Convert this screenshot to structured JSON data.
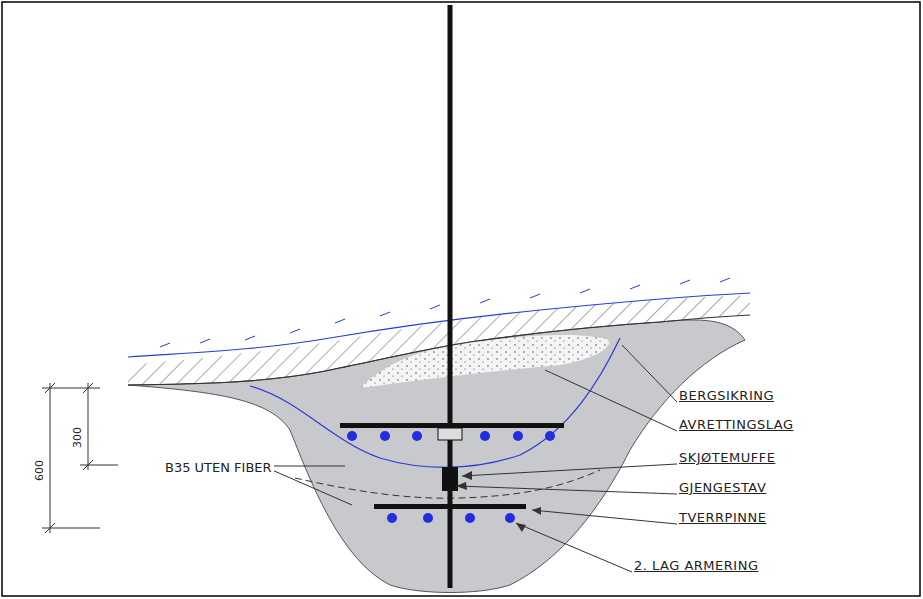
{
  "diagram": {
    "labels": [
      "BERGSIKRING",
      "AVRETTINGSLAG",
      "SKJØTEMUFFE",
      "GJENGESTAV",
      "TVERRPINNE",
      "2. LAG ARMERING",
      "B35 UTEN FIBER",
      "600",
      "300"
    ]
  }
}
